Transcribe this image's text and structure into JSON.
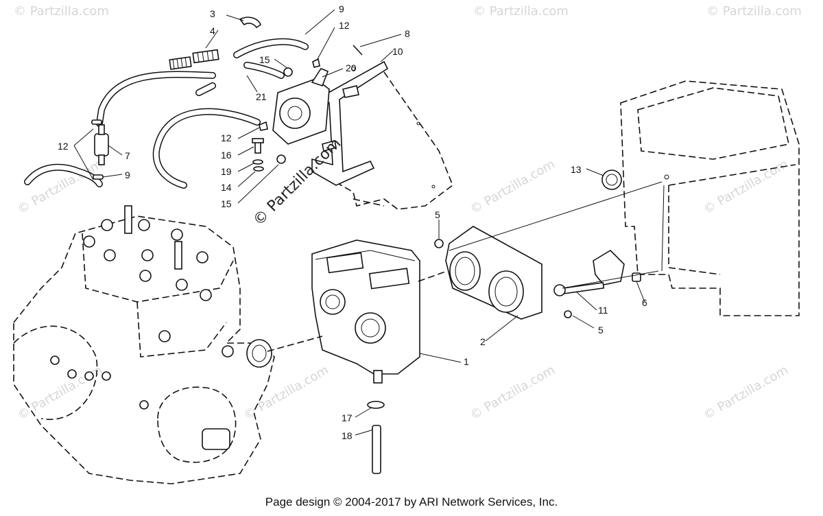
{
  "watermarks": {
    "center_text": "© Partzilla.com",
    "repeat_text": "© Partzilla.com"
  },
  "footer": {
    "text": "Page design © 2004-2017 by ARI Network Services, Inc."
  },
  "callouts": {
    "c1": "1",
    "c2": "2",
    "c3": "3",
    "c4": "4",
    "c5a": "5",
    "c5b": "5",
    "c6": "6",
    "c7": "7",
    "c8": "8",
    "c9a": "9",
    "c9b": "9",
    "c10": "10",
    "c11": "11",
    "c12a": "12",
    "c12b": "12",
    "c12c": "12",
    "c13": "13",
    "c14": "14",
    "c15a": "15",
    "c15b": "15",
    "c16": "16",
    "c17": "17",
    "c18": "18",
    "c19": "19",
    "c20": "20",
    "c21": "21"
  }
}
